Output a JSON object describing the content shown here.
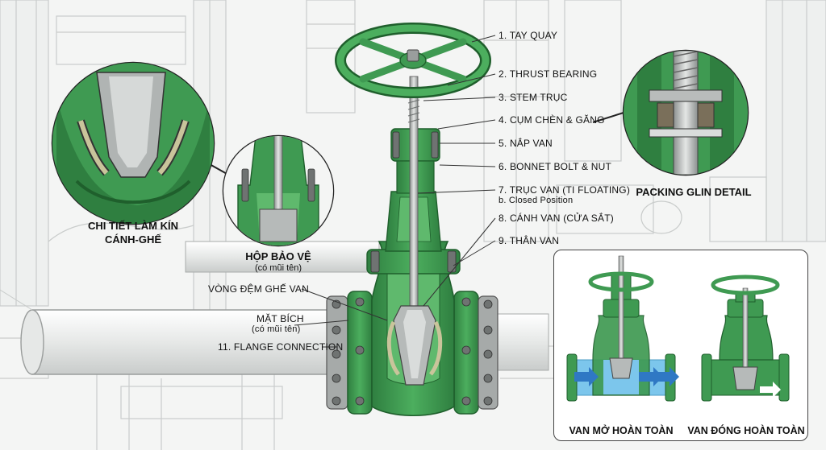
{
  "labels": {
    "hand_wheel": "1. TAY QUAY",
    "thrust_bearing": "2. THRUST BEARING",
    "stem": "3. STEM TRỤC",
    "packing": "4. CỤM CHÈN & GĂNG",
    "bonnet": "5. NẮP VAN",
    "bonnet_bolt": "6. BONNET BOLT & NUT",
    "stem_floating": "7. TRỤC VAN (TI FLOATING)",
    "stem_floating_sub": "b. Closed Position",
    "gate": "8. CÁNH VAN (CỬA SẮT)",
    "body": "9. THÂN VAN",
    "flange_connection": "11. FLANGE CONNECTION",
    "flange": "MẶT BÍCH",
    "flange_sub": "(có mũi tên)",
    "seat_ring": "VÒNG ĐỆM GHẾ VAN",
    "protective_box": "HỘP BẢO VỆ",
    "protective_box_sub": "(có mũi tên)",
    "seal_detail_line1": "CHI TIẾT LÀM KÍN",
    "seal_detail_line2": "CÁNH-GHẾ",
    "packing_detail": "PACKING GLIN DETAIL",
    "fully_open": "VAN MỞ HOÀN TOÀN",
    "fully_closed": "VAN ĐÓNG HOÀN TOÀN"
  },
  "colors": {
    "valve_green": "#3f9a52",
    "valve_dark": "#1f5f2c",
    "flow_blue": "#7cc6ec",
    "steel": "#b9bcbb"
  }
}
